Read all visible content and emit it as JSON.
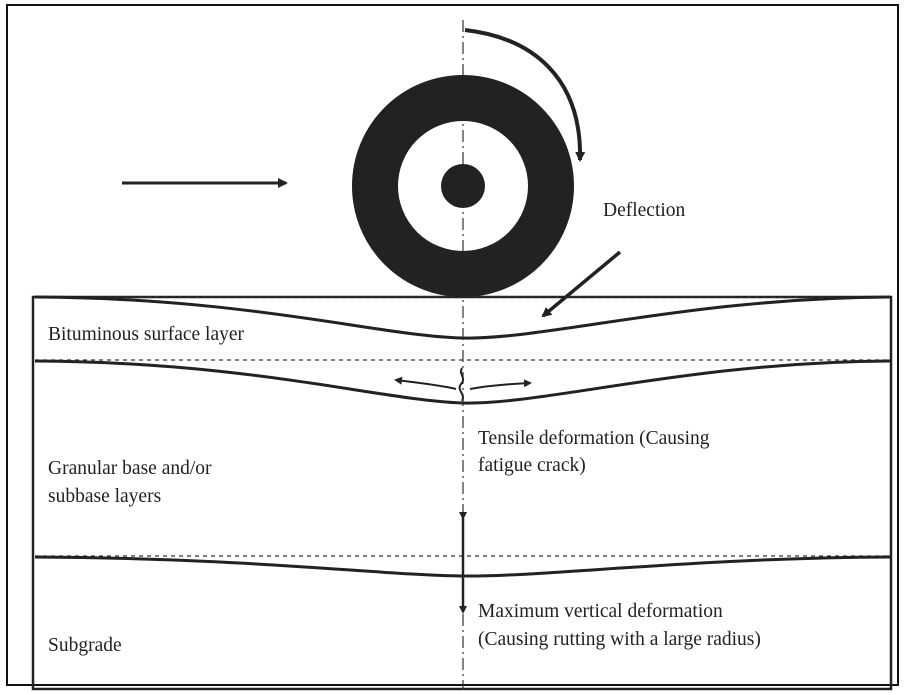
{
  "labels": {
    "deflection": "Deflection",
    "surface_layer": "Bituminous surface layer",
    "base_line1": "Granular base and/or",
    "base_line2": "subbase layers",
    "subgrade": "Subgrade",
    "tensile_line1": "Tensile deformation (Causing",
    "tensile_line2": "fatigue crack)",
    "vertical_line1": "Maximum vertical deformation",
    "vertical_line2": "(Causing rutting with a large radius)"
  }
}
